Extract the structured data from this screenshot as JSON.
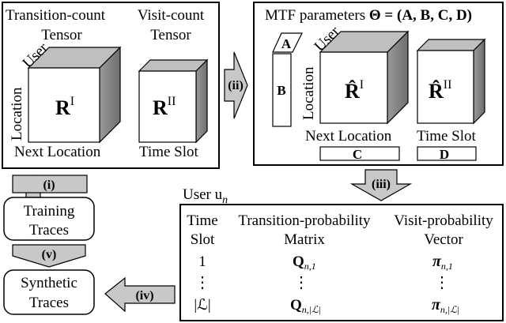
{
  "left_box": {
    "transition_title_1": "Transition-count",
    "transition_title_2": "Tensor",
    "visit_title_1": "Visit-count",
    "visit_title_2": "Tensor",
    "user_axis": "User",
    "location_axis": "Location",
    "next_location_axis": "Next Location",
    "time_slot_axis": "Time Slot",
    "tensor_1": "R",
    "tensor_1_sup": "I",
    "tensor_2": "R",
    "tensor_2_sup": "II"
  },
  "right_top_box": {
    "title_prefix": "MTF parameters ",
    "title_params": "Θ = (A, B, C, D)",
    "factor_a": "A",
    "factor_b": "B",
    "factor_c": "C",
    "factor_d": "D",
    "user_axis": "User",
    "location_axis": "Location",
    "next_location_axis": "Next Location",
    "time_slot_axis": "Time Slot",
    "tensor_1": "R̂",
    "tensor_1_sup": "I",
    "tensor_2": "R̂",
    "tensor_2_sup": "II"
  },
  "user_label": "User u",
  "user_sub": "n",
  "bottom_box": {
    "col1_1": "Time",
    "col1_2": "Slot",
    "col2_1": "Transition-probability",
    "col2_2": "Matrix",
    "col3_1": "Visit-probability",
    "col3_2": "Vector",
    "row1_slot": "1",
    "row1_q": "Q",
    "row1_q_sub": "n,1",
    "row1_pi": "π",
    "row1_pi_sub": "n,1",
    "dots": "⋮",
    "rowN_slot": "|ℒ|",
    "rowN_q": "Q",
    "rowN_q_sub": "n,|ℒ|",
    "rowN_pi": "π",
    "rowN_pi_sub": "n,|ℒ|"
  },
  "training_1": "Training",
  "training_2": "Traces",
  "synthetic_1": "Synthetic",
  "synthetic_2": "Traces",
  "arrows": {
    "i": "(i)",
    "ii": "(ii)",
    "iii": "(iii)",
    "iv": "(iv)",
    "v": "(v)"
  },
  "colors": {
    "cube_front": "#ffffff",
    "cube_side": "#7f7f7f",
    "cube_top": "#bfbfbf",
    "arrow_fill": "#c8c8c8"
  }
}
